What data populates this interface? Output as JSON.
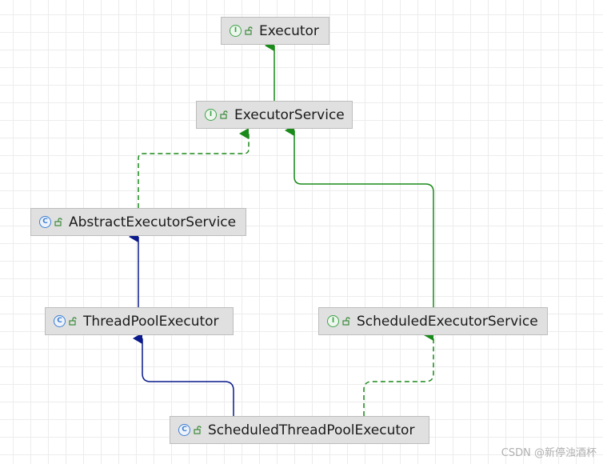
{
  "nodes": [
    {
      "id": "executor",
      "kind": "interface",
      "badge": "I",
      "label": "Executor"
    },
    {
      "id": "executor-service",
      "kind": "interface",
      "badge": "I",
      "label": "ExecutorService"
    },
    {
      "id": "abstract-executor-service",
      "kind": "abstract-class",
      "badge": "C",
      "label": "AbstractExecutorService"
    },
    {
      "id": "thread-pool-executor",
      "kind": "class",
      "badge": "C",
      "label": "ThreadPoolExecutor"
    },
    {
      "id": "scheduled-executor-service",
      "kind": "interface",
      "badge": "I",
      "label": "ScheduledExecutorService"
    },
    {
      "id": "scheduled-thread-pool-executor",
      "kind": "class",
      "badge": "C",
      "label": "ScheduledThreadPoolExecutor"
    }
  ],
  "edges": [
    {
      "from": "executor-service",
      "to": "executor",
      "type": "extends-interface"
    },
    {
      "from": "abstract-executor-service",
      "to": "executor-service",
      "type": "implements"
    },
    {
      "from": "scheduled-executor-service",
      "to": "executor-service",
      "type": "extends-interface"
    },
    {
      "from": "thread-pool-executor",
      "to": "abstract-executor-service",
      "type": "extends-class"
    },
    {
      "from": "scheduled-thread-pool-executor",
      "to": "thread-pool-executor",
      "type": "extends-class"
    },
    {
      "from": "scheduled-thread-pool-executor",
      "to": "scheduled-executor-service",
      "type": "implements"
    }
  ],
  "colors": {
    "interface_edge": "#1a8a1a",
    "class_edge": "#0a1a8c",
    "interface_badge": "#3fa34a",
    "class_badge": "#3d7fd1",
    "node_bg": "#e0e0e0"
  },
  "icons": {
    "badge": "type-badge-icon",
    "visibility": "public-lock-icon"
  },
  "watermark": "CSDN @新停浊酒杯"
}
